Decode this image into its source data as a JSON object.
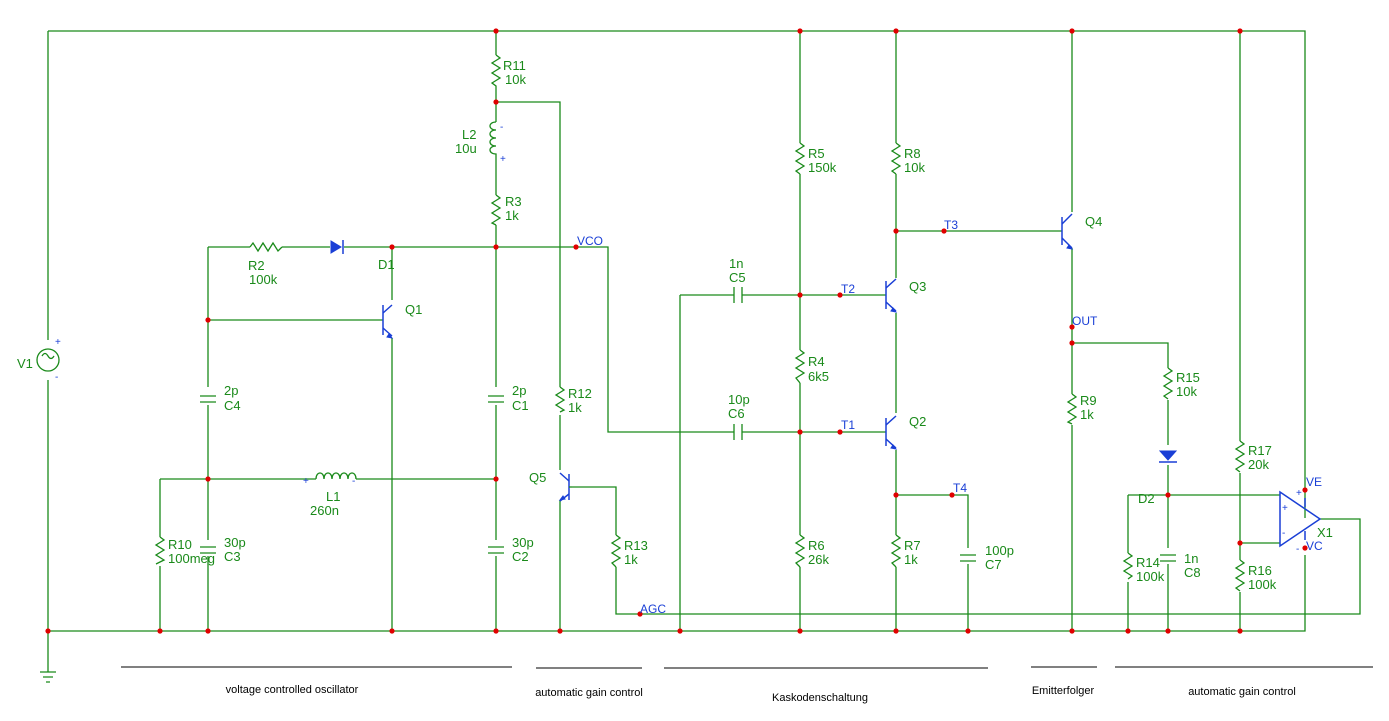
{
  "components": {
    "V1": "V1",
    "R11": {
      "ref": "R11",
      "value": "10k"
    },
    "L2": {
      "ref": "L2",
      "value": "10u"
    },
    "R3": {
      "ref": "R3",
      "value": "1k"
    },
    "R2": {
      "ref": "R2",
      "value": "100k"
    },
    "D1": "D1",
    "Q1": "Q1",
    "C4": {
      "ref": "C4",
      "value": "2p"
    },
    "C1": {
      "ref": "C1",
      "value": "2p"
    },
    "L1": {
      "ref": "L1",
      "value": "260n"
    },
    "R10": {
      "ref": "R10",
      "value": "100meg"
    },
    "C3": {
      "ref": "C3",
      "value": "30p"
    },
    "C2": {
      "ref": "C2",
      "value": "30p"
    },
    "R12": {
      "ref": "R12",
      "value": "1k"
    },
    "Q5": "Q5",
    "R13": {
      "ref": "R13",
      "value": "1k"
    },
    "C5": {
      "ref": "C5",
      "value": "1n"
    },
    "C6": {
      "ref": "C6",
      "value": "10p"
    },
    "R5": {
      "ref": "R5",
      "value": "150k"
    },
    "R4": {
      "ref": "R4",
      "value": "6k5"
    },
    "R6": {
      "ref": "R6",
      "value": "26k"
    },
    "R8": {
      "ref": "R8",
      "value": "10k"
    },
    "Q3": "Q3",
    "Q2": "Q2",
    "R7": {
      "ref": "R7",
      "value": "1k"
    },
    "C7": {
      "ref": "C7",
      "value": "100p"
    },
    "Q4": "Q4",
    "R9": {
      "ref": "R9",
      "value": "1k"
    },
    "R15": {
      "ref": "R15",
      "value": "10k"
    },
    "D2": "D2",
    "R14": {
      "ref": "R14",
      "value": "100k"
    },
    "C8": {
      "ref": "C8",
      "value": "1n"
    },
    "R17": {
      "ref": "R17",
      "value": "20k"
    },
    "R16": {
      "ref": "R16",
      "value": "100k"
    },
    "X1": "X1"
  },
  "nets": {
    "vco": "VCO",
    "agc": "AGC",
    "t1": "T1",
    "t2": "T2",
    "t3": "T3",
    "t4": "T4",
    "out": "OUT",
    "ve": "VE",
    "vc": "VC"
  },
  "pins": {
    "plus": "+",
    "minus": "-"
  },
  "sections": [
    "voltage controlled oscillator",
    "automatic  gain control",
    "Kaskodenschaltung",
    "Emitterfolger",
    "automatic  gain control"
  ],
  "colors": {
    "wire": "#1a8a1a",
    "component": "#1a8a1a",
    "net_label": "#1a3fd6",
    "junction": "#e00000"
  }
}
